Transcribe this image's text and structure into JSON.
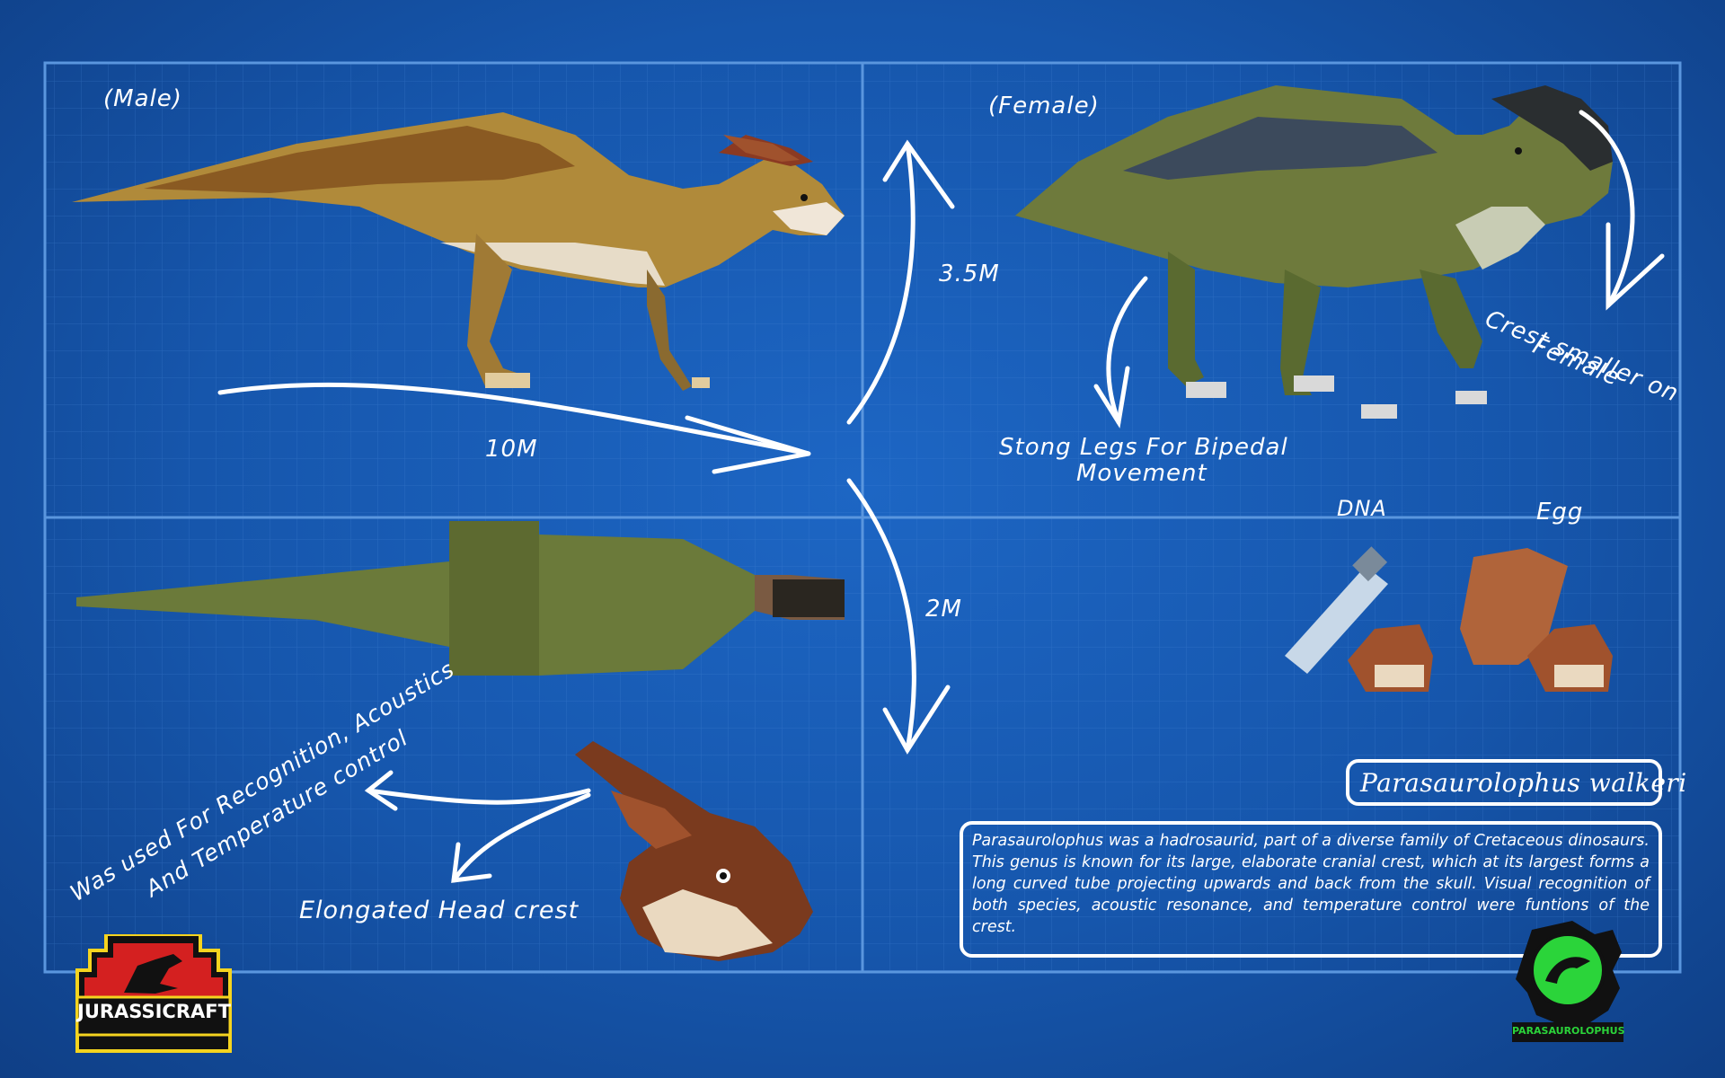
{
  "labels": {
    "male": "(Male)",
    "female": "(Female)",
    "length": "10M",
    "height": "3.5M",
    "width": "2M",
    "legs_line1": "Stong Legs For Bipedal",
    "legs_line2": "Movement",
    "crest_line1": "Crest smaller on",
    "crest_line2": "Female",
    "dna": "DNA",
    "egg": "Egg",
    "use_line1": "Was used For Recognition, Acoustics",
    "use_line2": "And Temperature control",
    "head_crest": "Elongated Head crest"
  },
  "title": "Parasaurolophus walkeri",
  "description": "Parasaurolophus was a hadrosaurid, part of a diverse family of Cretaceous dinosaurs. This genus is known for its large, elaborate cranial crest, which at its largest forms a long curved tube projecting upwards and back from the skull. Visual recognition of both species, acoustic resonance, and temperature control were funtions of the crest.",
  "logos": {
    "jurassicraft": "JurassiCraft",
    "species_badge": "Parasaurolophus"
  },
  "colors": {
    "background": "#1656ac",
    "grid": "#3f80d4",
    "ink": "#ffffff"
  }
}
